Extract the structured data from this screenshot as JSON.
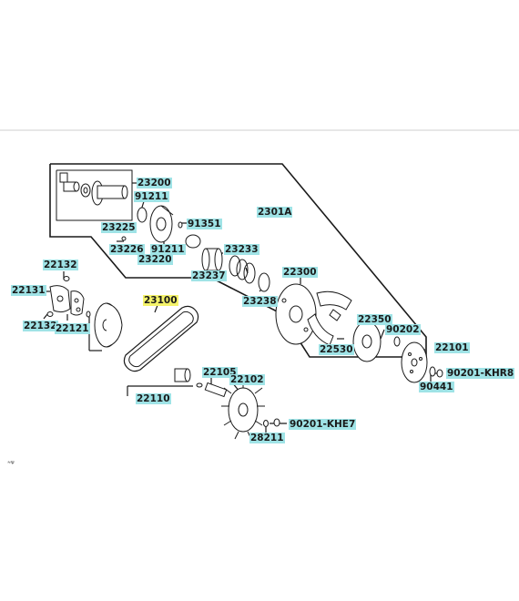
{
  "diagram": {
    "colors": {
      "label_bg": "#9fe3e6",
      "highlight_bg": "#f4f36a",
      "line": "#1a1a1a",
      "part_fill": "#ffffff"
    },
    "labels": [
      {
        "id": "23200",
        "text": "23200"
      },
      {
        "id": "91211a",
        "text": "91211"
      },
      {
        "id": "23225",
        "text": "23225"
      },
      {
        "id": "23226",
        "text": "23226"
      },
      {
        "id": "91351",
        "text": "91351"
      },
      {
        "id": "91211b",
        "text": "91211"
      },
      {
        "id": "23220",
        "text": "23220"
      },
      {
        "id": "2301A",
        "text": "2301A"
      },
      {
        "id": "23233",
        "text": "23233"
      },
      {
        "id": "23237",
        "text": "23237"
      },
      {
        "id": "23238",
        "text": "23238"
      },
      {
        "id": "22300",
        "text": "22300"
      },
      {
        "id": "22350",
        "text": "22350"
      },
      {
        "id": "90202",
        "text": "90202"
      },
      {
        "id": "22530",
        "text": "22530"
      },
      {
        "id": "22101",
        "text": "22101"
      },
      {
        "id": "90201-KHR8",
        "text": "90201-KHR8"
      },
      {
        "id": "90441",
        "text": "90441"
      },
      {
        "id": "22132a",
        "text": "22132"
      },
      {
        "id": "22131",
        "text": "22131"
      },
      {
        "id": "22132b",
        "text": "22132"
      },
      {
        "id": "22121",
        "text": "22121"
      },
      {
        "id": "23100",
        "text": "23100"
      },
      {
        "id": "22110",
        "text": "22110"
      },
      {
        "id": "22105",
        "text": "22105"
      },
      {
        "id": "22102",
        "text": "22102"
      },
      {
        "id": "90201-KHE7",
        "text": "90201-KHE7"
      },
      {
        "id": "28211",
        "text": "28211"
      }
    ],
    "corner_mark": "≈ψ",
    "highlighted_part": "23100"
  }
}
